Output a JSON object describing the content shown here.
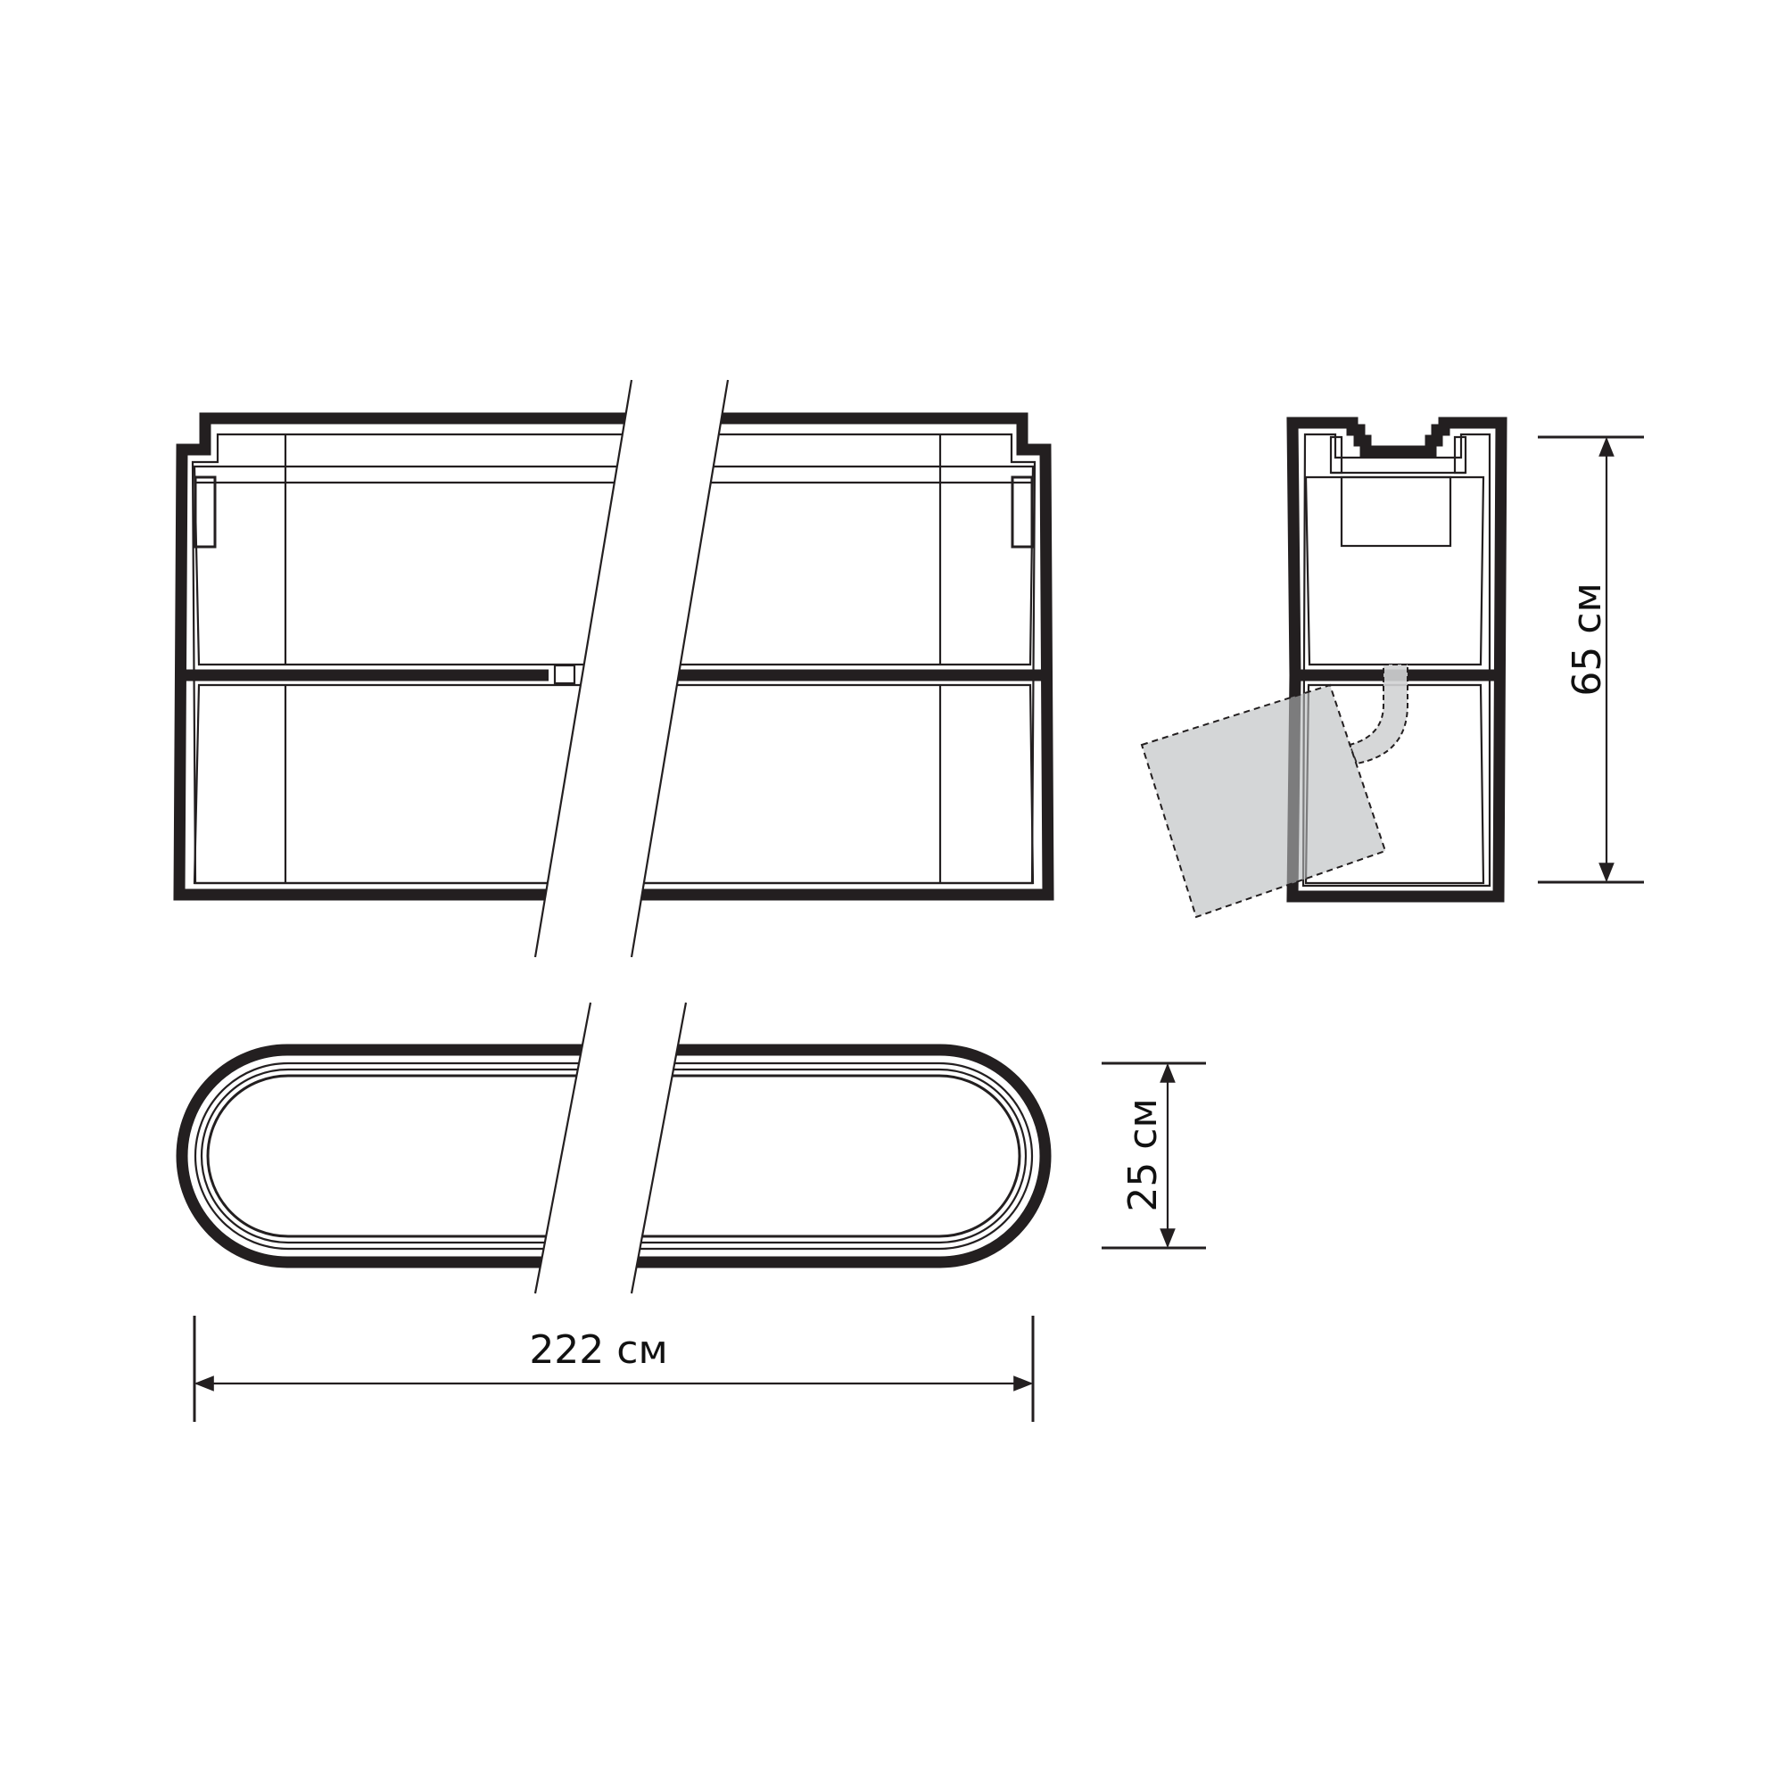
{
  "dimensions": {
    "length_label": "222 см",
    "depth_label": "25 см",
    "height_label": "65 см"
  },
  "colors": {
    "line": "#231f20",
    "overlay_fill": "#d1d3d4",
    "background": "#ffffff"
  }
}
